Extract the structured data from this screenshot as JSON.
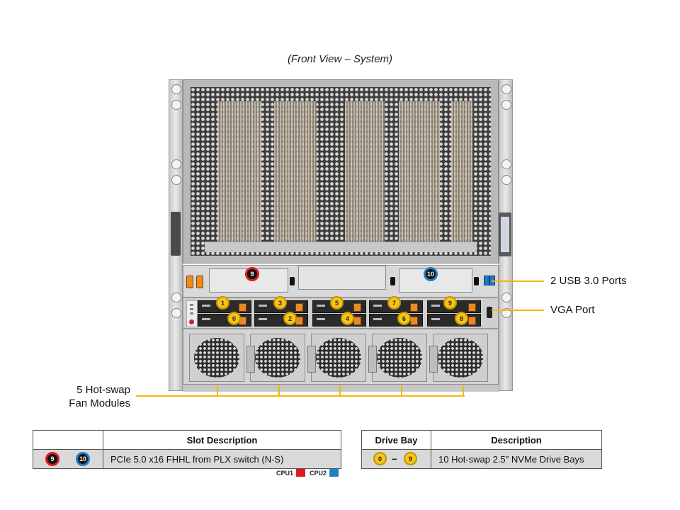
{
  "title": "(Front View – System)",
  "callouts": {
    "usb": "2 USB 3.0 Ports",
    "vga": "VGA Port",
    "fans_line1": "5 Hot-swap",
    "fans_line2": "Fan Modules"
  },
  "slots": {
    "left": "9",
    "right": "10"
  },
  "drives_top": [
    "1",
    "3",
    "5",
    "7",
    "9"
  ],
  "drives_bottom": [
    "0",
    "2",
    "4",
    "6",
    "8"
  ],
  "slot_table": {
    "header_blank": "",
    "header": "Slot Description",
    "row_badges": [
      "9",
      "10"
    ],
    "row_desc": "PCIe 5.0 x16 FHHL from PLX switch (N-S)"
  },
  "cpu_legend": [
    {
      "label": "CPU1",
      "color": "#e0181f"
    },
    {
      "label": "CPU2",
      "color": "#1d7ec9"
    }
  ],
  "drive_table": {
    "header_bay": "Drive Bay",
    "header_desc": "Description",
    "range_start": "0",
    "range_sep": "–",
    "range_end": "9",
    "row_desc": "10 Hot-swap 2.5\" NVMe Drive Bays"
  },
  "colors": {
    "callout_line": "#f2b705",
    "drive_badge": "#f6c51a"
  }
}
